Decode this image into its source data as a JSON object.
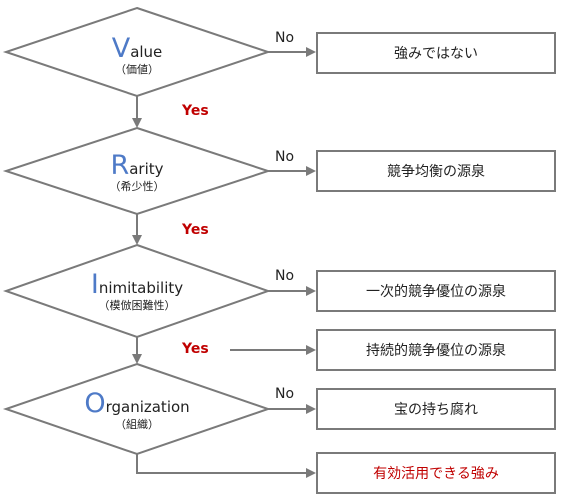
{
  "steps": [
    {
      "initial": "V",
      "rest": "alue",
      "sub": "（価値）",
      "no_label": "No",
      "no_result": "強みではない",
      "yes_label": "Yes"
    },
    {
      "initial": "R",
      "rest": "arity",
      "sub": "（希少性）",
      "no_label": "No",
      "no_result": "競争均衡の源泉",
      "yes_label": "Yes"
    },
    {
      "initial": "I",
      "rest": "nimitability",
      "sub": "（模倣困難性）",
      "no_label": "No",
      "no_result": "一次的競争優位の源泉",
      "yes_label": "Yes"
    },
    {
      "initial": "O",
      "rest": "rganization",
      "sub": "（組織）",
      "no_label": "No",
      "no_result": "宝の持ち腐れ"
    }
  ],
  "yes_result": "持続的競争優位の源泉",
  "final_result": "有効活用できる強み",
  "colors": {
    "accent_blue": "#4e7ac7",
    "yes_red": "#c00000",
    "line": "#7a7a7a"
  }
}
